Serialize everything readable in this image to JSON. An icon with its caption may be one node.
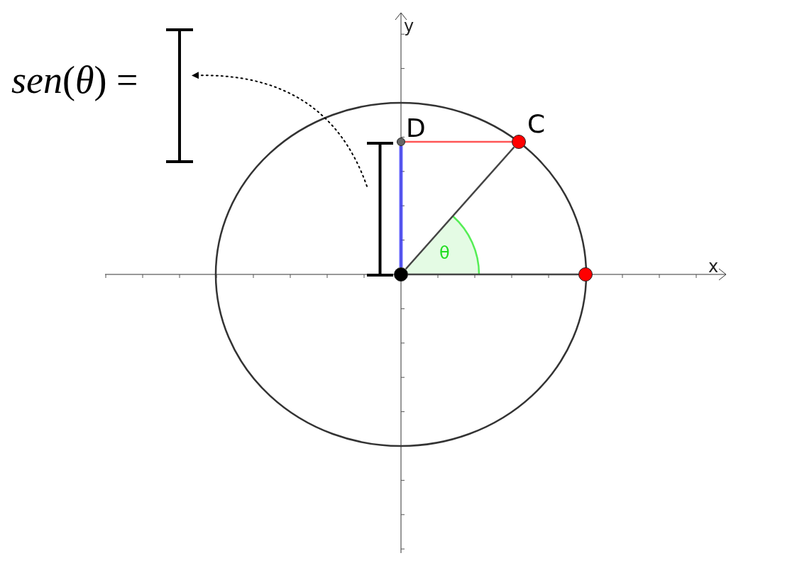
{
  "diagram": {
    "nodes": [
      {
        "text": [
          "*sen*(*θ*) ="
        ]
      },
      {
        "text": [],
        "shape": "bracket"
      },
      {
        "text": [],
        "shape": "bracket"
      },
      {
        "text": [],
        "shape": "circle",
        "beside": [
          "D"
        ]
      },
      {
        "text": [],
        "shape": "circle",
        "beside": [
          "C"
        ]
      },
      {
        "text": [],
        "shape": "circle"
      },
      {
        "text": [],
        "shape": "circle"
      }
    ],
    "edges": [
      {
        "from": 2,
        "to": 1,
        "arrow": "to",
        "style": "dashed",
        "color": "#000000"
      },
      {
        "from": 5,
        "to": 3,
        "arrow": "none",
        "style": "thick",
        "color": "#3333ff"
      },
      {
        "from": 3,
        "to": 4,
        "arrow": "none",
        "color": "#ff5555"
      },
      {
        "from": 5,
        "to": 4,
        "arrow": "none"
      },
      {
        "from": 5,
        "to": 6,
        "arrow": "none"
      }
    ],
    "labels": [
      "y",
      "x",
      "θ"
    ]
  }
}
